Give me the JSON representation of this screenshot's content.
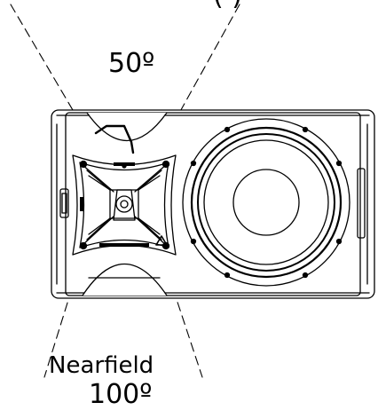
{
  "labels": {
    "top_partial": "(   )",
    "far_angle": "50º",
    "near_name": "Nearfield",
    "near_angle": "100º"
  },
  "colors": {
    "line": "#000000",
    "fill": "#ffffff"
  },
  "icons": [
    "horn-logo-icon",
    "screw-icon"
  ]
}
